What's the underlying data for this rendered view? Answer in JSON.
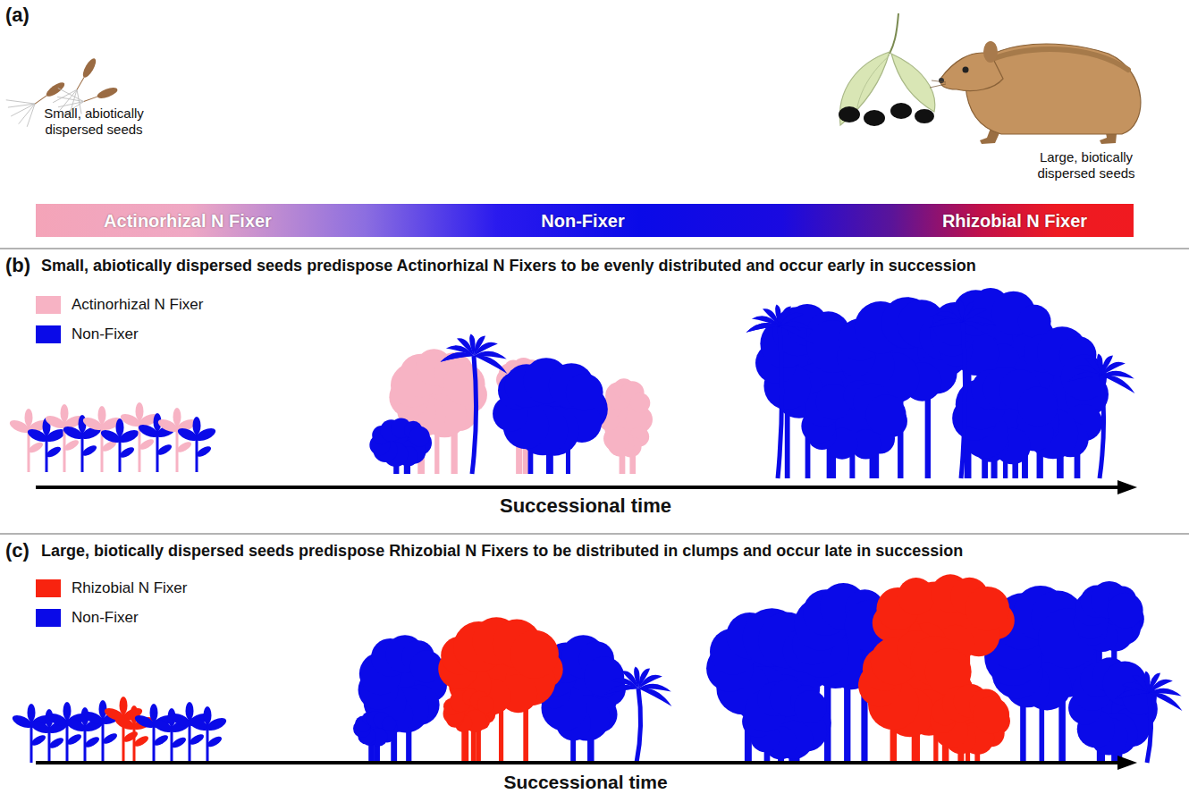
{
  "diagram": {
    "nodes": [
      {
        "text": [
          "Actinorhizal N Fixer",
          "Non-Fixer",
          "Rhizobial N Fixer"
        ]
      }
    ],
    "labels": [
      "(a)",
      "Small, abiotically dispersed seeds",
      "Large, biotically dispersed seeds",
      "(b)",
      "Small, abiotically dispersed seeds predispose Actinorhizal N Fixers to be evenly distributed and occur early in succession",
      "Successional time",
      "(c)",
      "Large, biotically dispersed seeds predispose Rhizobial N Fixers to be distributed in clumps and occur late in succession",
      "Successional time"
    ],
    "legend": [
      {
        "text": "Actinorhizal N Fixer",
        "color": "#f7b3c4"
      },
      {
        "text": "Non-Fixer",
        "color": "#0a0ae8"
      },
      {
        "text": "Rhizobial N Fixer",
        "color": "#f8230f"
      },
      {
        "text": "Non-Fixer",
        "color": "#0a0ae8"
      }
    ]
  }
}
